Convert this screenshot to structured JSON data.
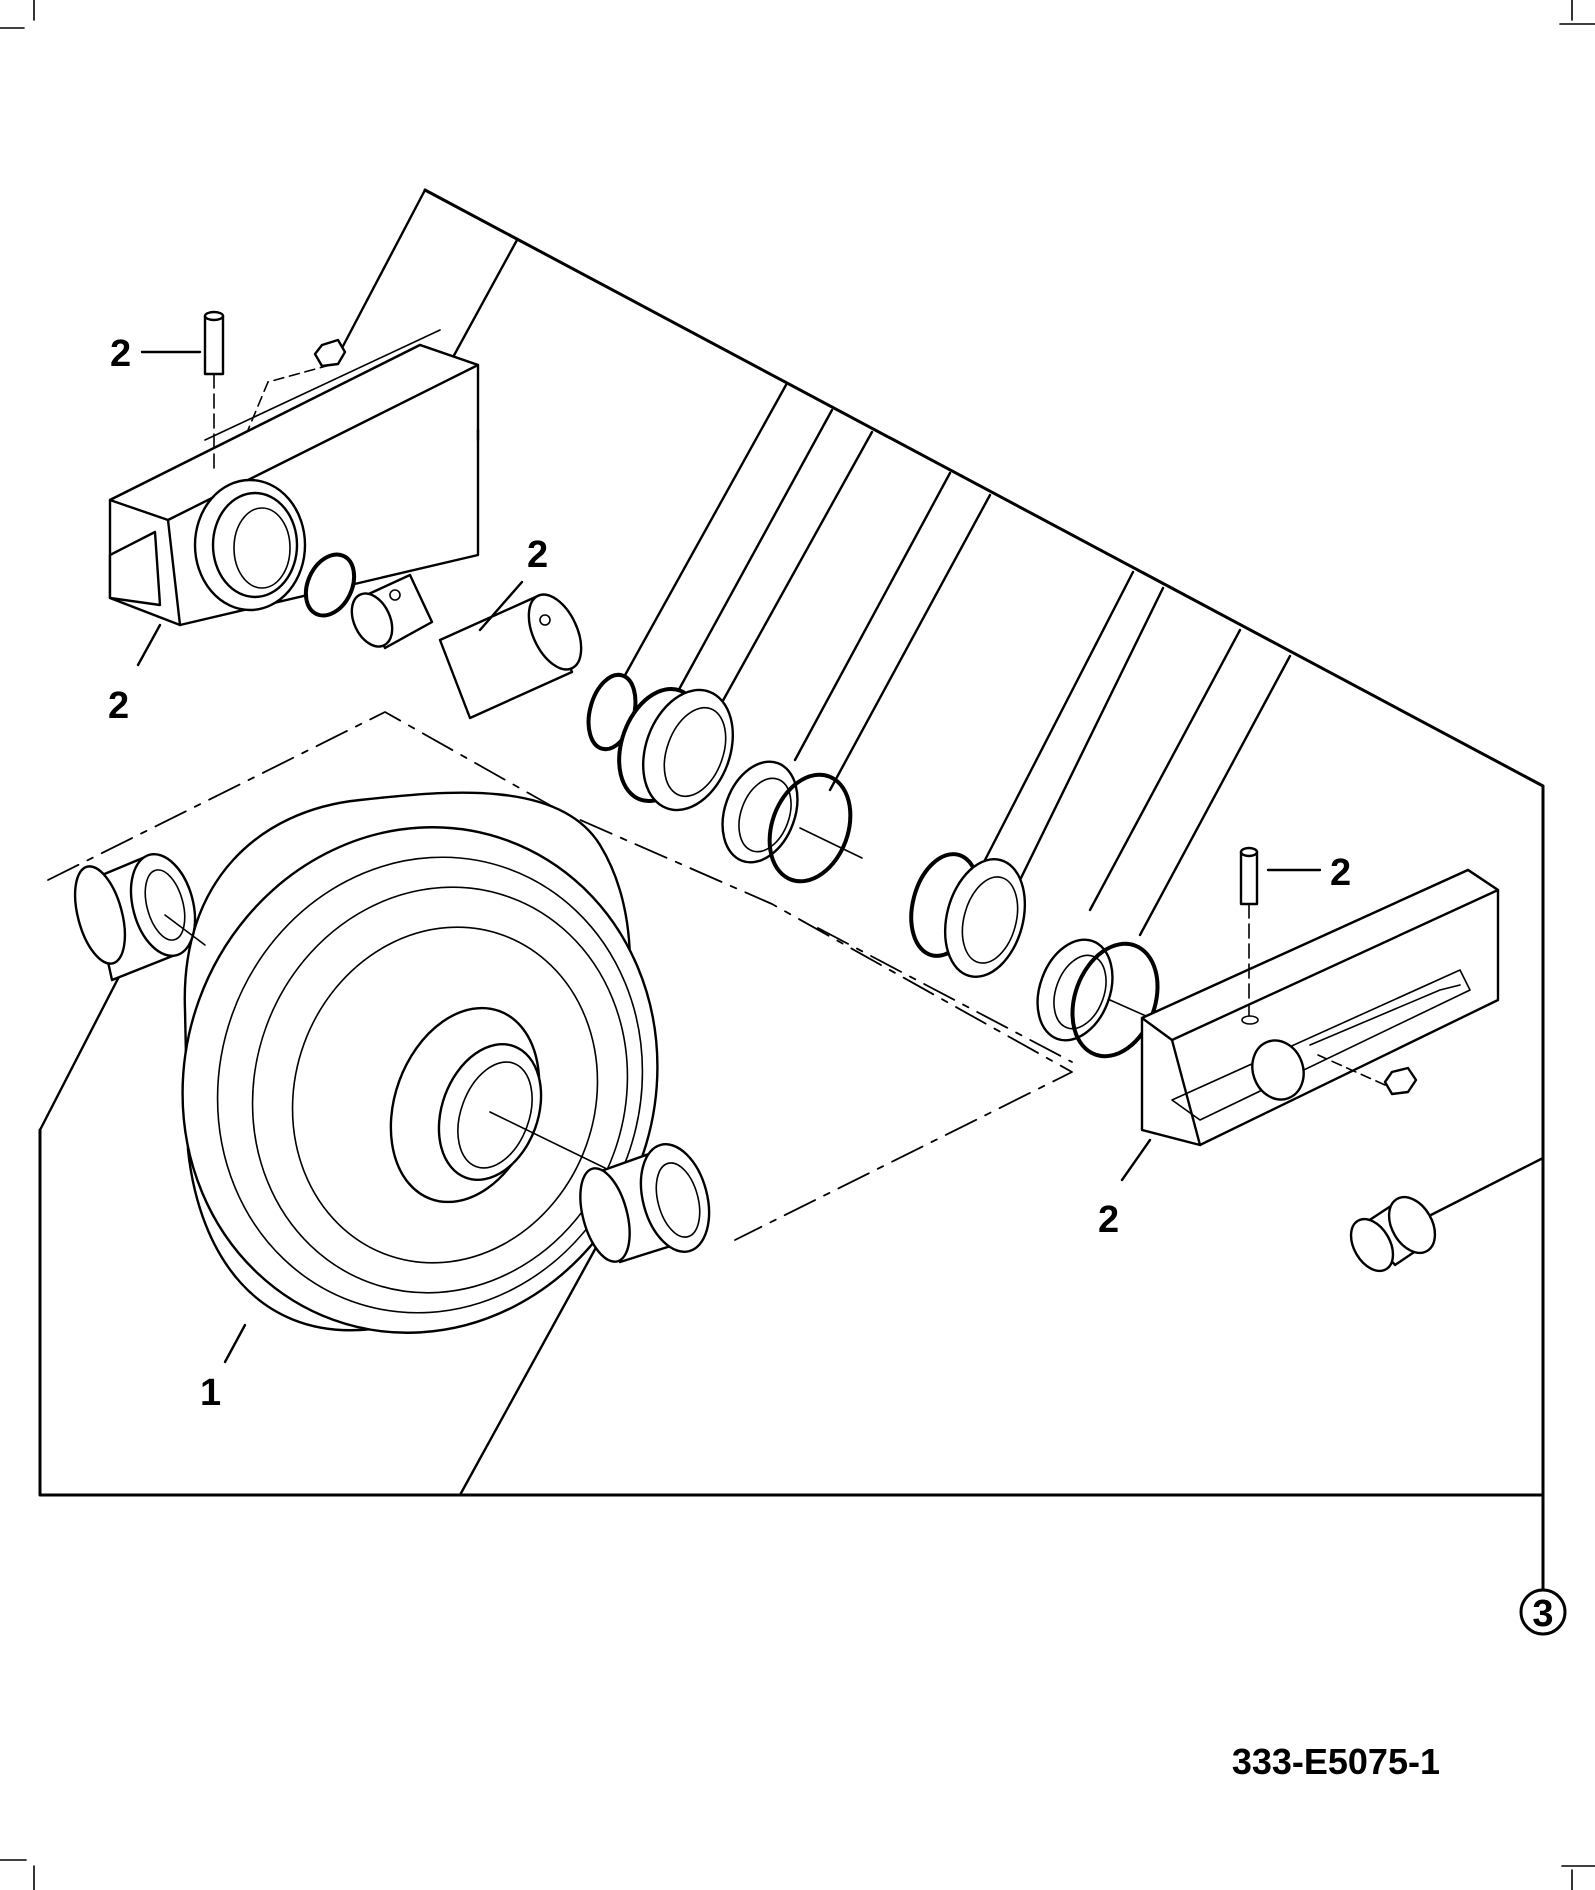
{
  "callouts": {
    "c1": "1",
    "c2a": "2",
    "c2b": "2",
    "c2c": "2",
    "c2d": "2",
    "c2e": "2",
    "c3": "3"
  },
  "part_number": "333-E5075-1",
  "colors": {
    "ink": "#000000",
    "paper": "#ffffff"
  }
}
